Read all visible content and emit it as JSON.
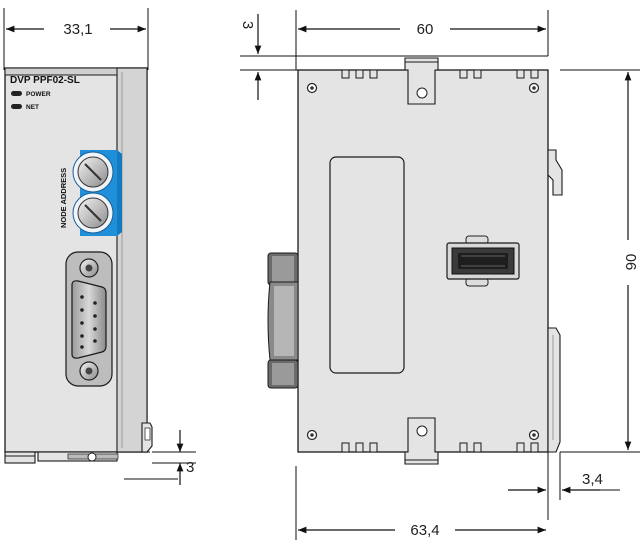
{
  "front_view": {
    "model_label": "DVP PPF02-SL",
    "led_power_label": "POWER",
    "led_net_label": "NET",
    "switch_label": "NODE ADDRESS"
  },
  "dimensions": {
    "front_width": "33,1",
    "front_bottom_offset": "3",
    "side_top_offset": "3",
    "side_width": "60",
    "side_height": "90",
    "side_rail_offset": "3,4",
    "side_total_depth": "63,4"
  },
  "colors": {
    "body_fill": "#e4e4e4",
    "body_shade": "#cfcfcf",
    "outline": "#1a1a1a",
    "switch_blue": "#1e8fd8",
    "connector_dark": "#3a3a3a"
  }
}
